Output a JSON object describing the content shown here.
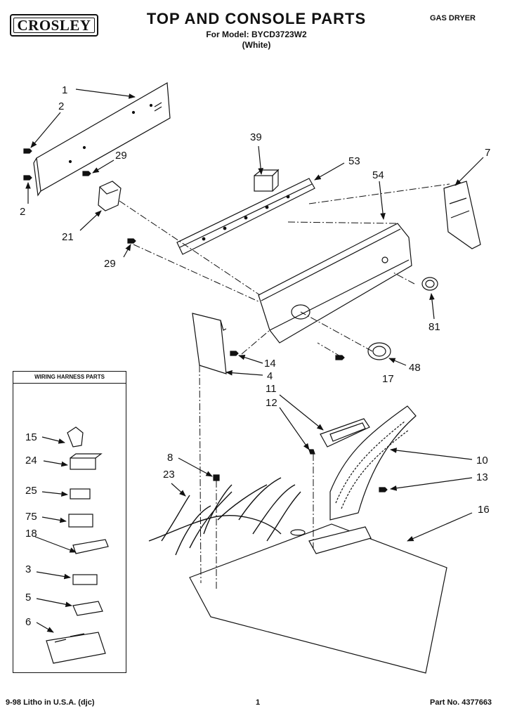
{
  "header": {
    "brand": "CROSLEY",
    "title": "TOP AND CONSOLE PARTS",
    "model_line": "For Model: BYCD3723W2",
    "color_line": "(White)",
    "product_type": "GAS DRYER"
  },
  "harness": {
    "title": "WIRING HARNESS PARTS"
  },
  "callouts": {
    "c1": "1",
    "c2a": "2",
    "c2b": "2",
    "c29a": "29",
    "c29b": "29",
    "c21": "21",
    "c39": "39",
    "c53": "53",
    "c54": "54",
    "c7": "7",
    "c81": "81",
    "c48": "48",
    "c17": "17",
    "c14": "14",
    "c4": "4",
    "c11": "11",
    "c12": "12",
    "c10": "10",
    "c13": "13",
    "c16": "16",
    "c8": "8",
    "c23": "23",
    "c15": "15",
    "c24": "24",
    "c25": "25",
    "c75": "75",
    "c18": "18",
    "c3": "3",
    "c5": "5",
    "c6": "6"
  },
  "footer": {
    "litho": "9-98 Litho in U.S.A. (djc)",
    "page": "1",
    "part_no": "Part No. 4377663"
  }
}
